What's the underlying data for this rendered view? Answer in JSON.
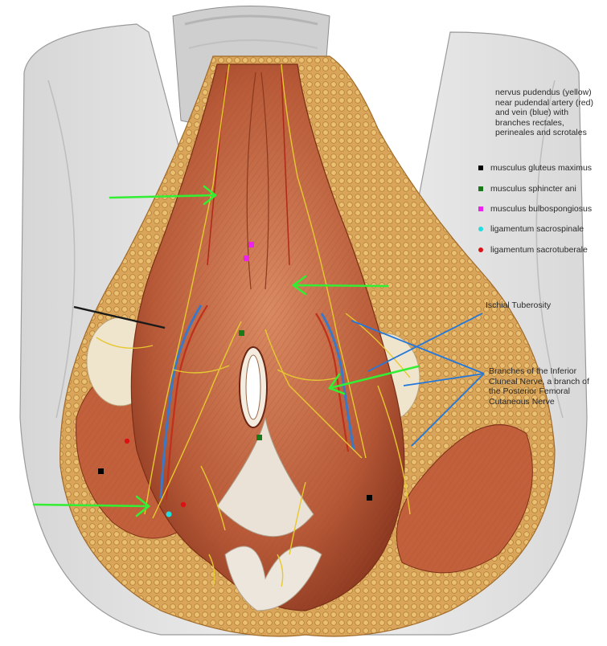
{
  "caption": "nervus pudendus (yellow) near pudendal artery (red) and vein (blue) with branches rectales, perineales and scrotales",
  "legend": [
    {
      "label": "musculus gluteus maximus",
      "color": "#000000",
      "shape": "square"
    },
    {
      "label": "musculus sphincter ani",
      "color": "#1a7a1a",
      "shape": "square"
    },
    {
      "label": "musculus bulbospongiosus",
      "color": "#ee22ee",
      "shape": "square"
    },
    {
      "label": "ligamentum sacrospinale",
      "color": "#22dddd",
      "shape": "circle"
    },
    {
      "label": "ligamentum sacrotuberale",
      "color": "#dd1111",
      "shape": "circle"
    }
  ],
  "annotations": {
    "ischial_tuberosity": "Ischial Tuberosity",
    "inferior_cluneal": "Branches of the Inferior Cluneal Nerve, a branch of the Posterior Femoral Cutaneous Nerve"
  },
  "colors": {
    "pointer_arrow": "#33ee33",
    "leader_line": "#2277dd",
    "nerve": "#e6c830",
    "artery": "#c0301a",
    "vein": "#3a78c8",
    "muscle": "#c8704a",
    "fat": "#d8a050",
    "skin": "#e4e4e4"
  }
}
